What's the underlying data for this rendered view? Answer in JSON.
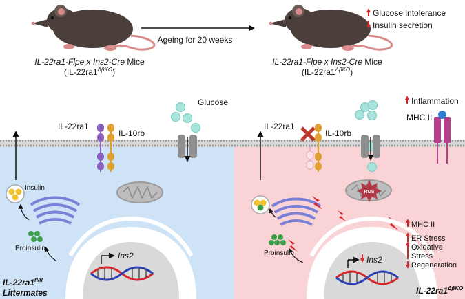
{
  "top": {
    "left_title_a": "IL-22ra1-Flpe x Ins2-Cre",
    "left_title_b": " Mice",
    "left_sub": "(IL-22ra1",
    "left_sub_sup": "ΔβKO",
    "left_sub_close": ")",
    "arrow_label": "Ageing for 20 weeks",
    "right_title_a": "IL-22ra1-Flpe x Ins2-Cre",
    "right_title_b": " Mice",
    "right_sub": "(IL-22ra1",
    "right_sub_sup": "ΔβKO",
    "right_sub_close": ")",
    "effect_up": "Glucose intolerance",
    "effect_down": "Insulin secretion"
  },
  "left_cell": {
    "il22ra1": "IL-22ra1",
    "il10rb": "IL-10rb",
    "glucose": "Glucose",
    "insulin": "Insulin",
    "proinsulin": "Proinsulin",
    "gene": "Ins2",
    "label_a": "IL-22ra1",
    "label_sup": "fl/fl",
    "label_b": "Littermates"
  },
  "right_cell": {
    "il22ra1": "IL-22ra1",
    "il10rb": "IL-10rb",
    "inflammation": "Inflammation",
    "mhc": "MHC II",
    "ros": "ROS",
    "proinsulin": "Proinsulin",
    "gene": "Ins2",
    "effects": [
      "MHC II",
      "ER Stress",
      "Oxidative",
      "Stress",
      "Regeneration"
    ],
    "label_a": "IL-22ra1",
    "label_sup": "ΔβKO"
  },
  "colors": {
    "left_bg": "#cfe3f7",
    "right_bg": "#f9d3d6",
    "mouse": "#4a3f3a",
    "insulin_granule": "#f0c230",
    "proinsulin_granule": "#3ea04a",
    "glucose": "#a6e3dc",
    "arrow_red": "#d9262b",
    "receptor_purple": "#8b5fbf",
    "receptor_orange": "#e0a030",
    "mhc": "#b4408a"
  }
}
